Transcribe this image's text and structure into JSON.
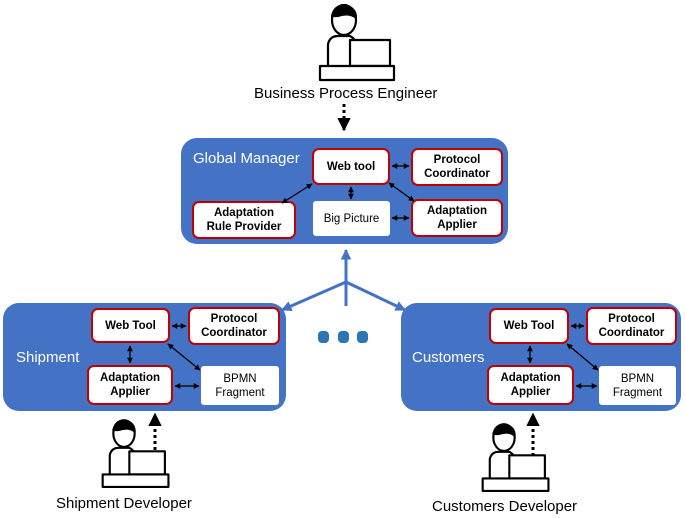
{
  "top_actor": {
    "label": "Business Process Engineer",
    "icon": "person-at-laptop-icon"
  },
  "global_manager": {
    "title": "Global Manager",
    "web_tool": "Web tool",
    "protocol_coordinator": "Protocol\nCoordinator",
    "big_picture": "Big Picture",
    "adaptation_rule_provider": "Adaptation\nRule Provider",
    "adaptation_applier": "Adaptation\nApplier"
  },
  "shipment": {
    "title": "Shipment",
    "web_tool": "Web Tool",
    "protocol_coordinator": "Protocol\nCoordinator",
    "adaptation_applier": "Adaptation\nApplier",
    "bpmn_fragment": "BPMN\nFragment",
    "developer_label": "Shipment Developer"
  },
  "customers": {
    "title": "Customers",
    "web_tool": "Web Tool",
    "protocol_coordinator": "Protocol\nCoordinator",
    "adaptation_applier": "Adaptation\nApplier",
    "bpmn_fragment": "BPMN\nFragment",
    "developer_label": "Customers Developer"
  },
  "colors": {
    "panel": "#4472c4",
    "box_border": "#c00000",
    "ellipsis_dots": "#2e75b6"
  }
}
